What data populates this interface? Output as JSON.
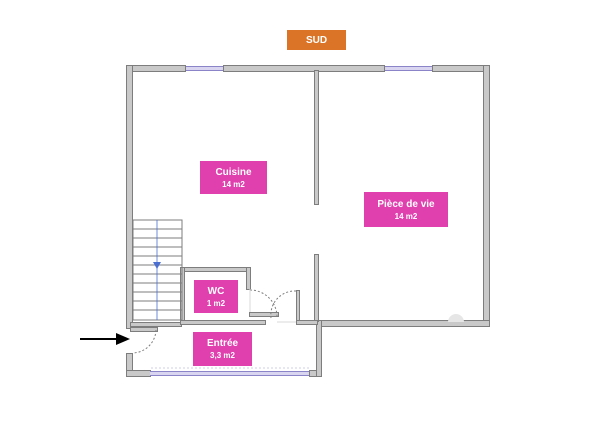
{
  "compass": {
    "label": "SUD",
    "color": "#dc7428"
  },
  "rooms": [
    {
      "name": "Cuisine",
      "area": "14 m2"
    },
    {
      "name": "Pièce de vie",
      "area": "14 m2"
    },
    {
      "name": "WC",
      "area": "1 m2"
    },
    {
      "name": "Entrée",
      "area": "3,3 m2"
    }
  ],
  "colors": {
    "label_bg": "#e03fae",
    "wall": "#c9c9c9",
    "window": "#d9d4f0",
    "stair_arrow": "#4a6fd1"
  },
  "entrance_arrow": "entrance-arrow"
}
